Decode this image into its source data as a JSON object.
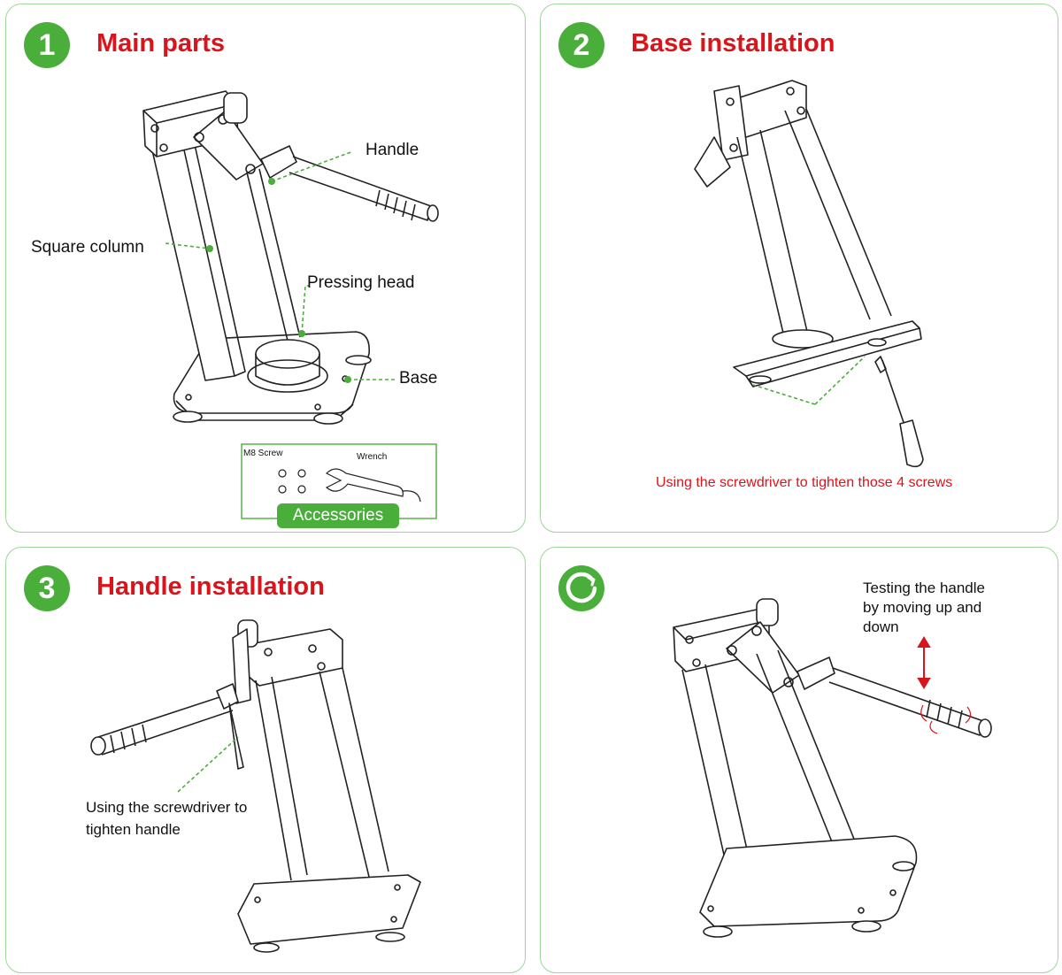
{
  "panels": [
    {
      "step": "1",
      "title": "Main parts"
    },
    {
      "step": "2",
      "title": "Base installation"
    },
    {
      "step": "3",
      "title": "Handle installation"
    },
    {
      "step": "",
      "title": ""
    }
  ],
  "p1": {
    "handle": "Handle",
    "square_column": "Square column",
    "pressing_head": "Pressing head",
    "base": "Base",
    "m8_screw": "M8 Screw",
    "wrench": "Wrench",
    "accessories": "Accessories"
  },
  "p2": {
    "note": "Using the screwdriver to tighten those 4 screws"
  },
  "p3": {
    "note_line1": "Using the screwdriver to",
    "note_line2": "tighten handle"
  },
  "p4": {
    "note_line1": "Testing the handle",
    "note_line2": "by moving up and",
    "note_line3": "down"
  },
  "colors": {
    "accent": "#4aae3a",
    "title": "#d9141b",
    "border": "#9fd49a",
    "guide": "#4aae3a"
  },
  "icons": {
    "done": "check-circle-icon"
  }
}
